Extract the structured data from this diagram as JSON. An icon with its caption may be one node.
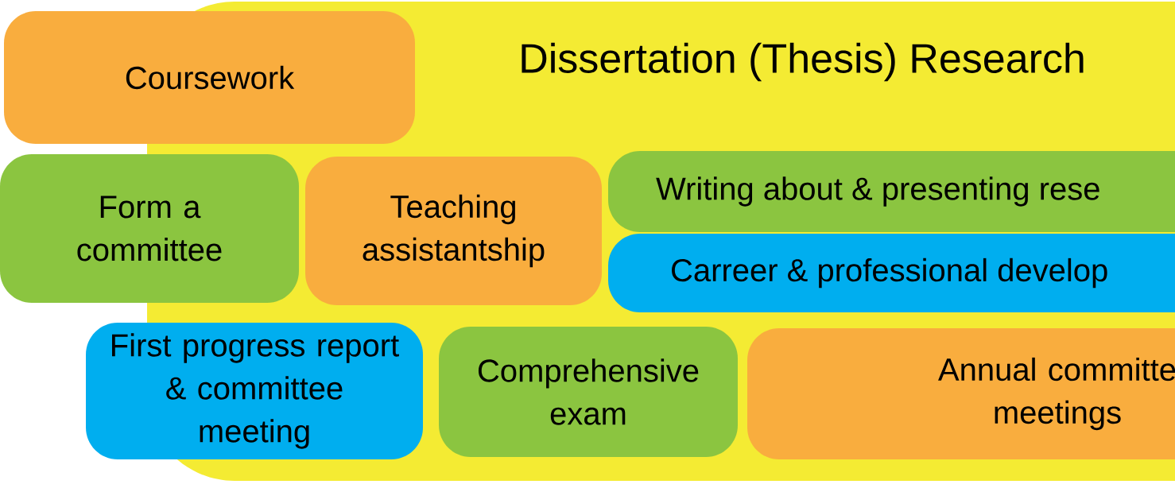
{
  "diagram": {
    "nodes": [
      {
        "text": [
          "Dissertation (Thesis) Research"
        ]
      },
      {
        "text": [
          "Coursework"
        ]
      },
      {
        "text": [
          "Form a committee"
        ]
      },
      {
        "text": [
          "Teaching assistantship"
        ],
        "in": 0
      },
      {
        "text": [
          "Writing about & presenting rese"
        ],
        "in": 0
      },
      {
        "text": [
          "Carreer & professional develop"
        ],
        "in": 0
      },
      {
        "text": [
          "First progress report & committee meeting"
        ]
      },
      {
        "text": [
          "Comprehensive exam"
        ],
        "in": 0
      },
      {
        "text": [
          "Annual committe meetings"
        ],
        "in": 0
      }
    ]
  }
}
